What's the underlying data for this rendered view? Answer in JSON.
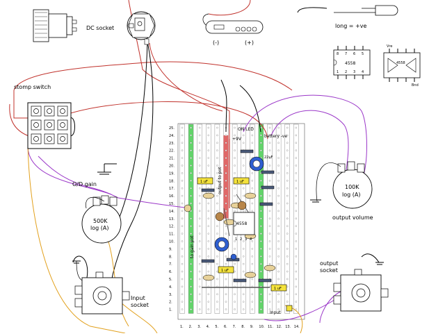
{
  "labels": {
    "dc_socket": "DC socket",
    "neg": "(-)",
    "pos": "(+)",
    "led_polarity": "long = +ve",
    "ic_a": "4558",
    "ic_b": "4558",
    "ic_vre": "Vre",
    "ic_bnd": "Bnd",
    "stomp_switch": "stomp switch",
    "od_gain": "O/D gain",
    "pot_gain_value": "500K",
    "pot_gain_taper": "log (A)",
    "pot_vol_value": "100K",
    "pot_vol_taper": "log (A)",
    "output_volume": "output volume",
    "output_socket_line1": "output",
    "output_socket_line2": "socket",
    "input_socket_line1": "Input",
    "input_socket_line2": "socket",
    "to_gain_pot": "to gain pot",
    "output_to_pot": "output to pot",
    "on_led": "ON LED",
    "plus9v": "+9V",
    "battery_neg": "battery -ve",
    "input": "Input",
    "chip": "4558",
    "pin_nums": [
      "1",
      "2",
      "3",
      "4"
    ],
    "cap_label": "1 uF",
    "cap_label2": "22uF"
  },
  "board": {
    "columns": [
      "1.",
      "2.",
      "3.",
      "4.",
      "5.",
      "6.",
      "7.",
      "8.",
      "9.",
      "10.",
      "11.",
      "12.",
      "13.",
      "14."
    ],
    "rows": [
      "25.",
      "24.",
      "23.",
      "22.",
      "21.",
      "20.",
      "19.",
      "18.",
      "17.",
      "16.",
      "15.",
      "14.",
      "13.",
      "12.",
      "11.",
      "10.",
      "9.",
      "8.",
      "7.",
      "6.",
      "5.",
      "4.",
      "3.",
      "2.",
      "1."
    ]
  },
  "colors": {
    "wire_red": "#c0302a",
    "wire_purple": "#9a36c8",
    "wire_orange": "#e2a01c",
    "wire_black": "#000000",
    "strip_green": "#62d46a",
    "strip_red": "#e06868",
    "cap_blue": "#2f5fd0",
    "resistor_tan": "#e8d29a",
    "capacitor_yellow": "#f4e23c"
  }
}
